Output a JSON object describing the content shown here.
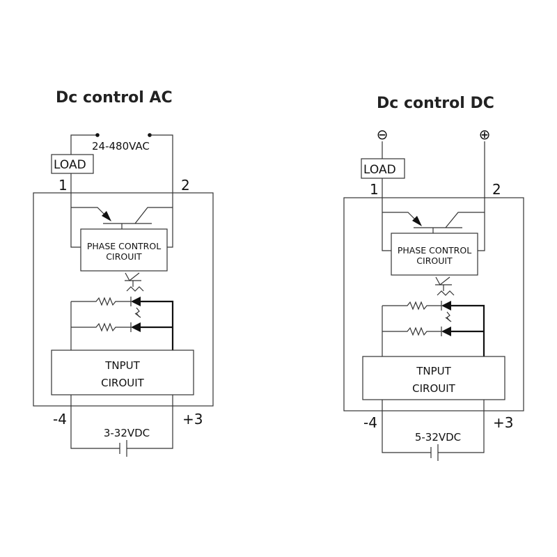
{
  "diagrams": [
    {
      "title": "Dc control AC",
      "load_label": "LOAD",
      "supply_label": "24-480VAC",
      "terminal_1": "1",
      "terminal_2": "2",
      "terminal_neg": "-4",
      "terminal_pos": "+3",
      "phase_line1": "PHASE CONTROL",
      "phase_line2": "CIROUIT",
      "input_line1": "TNPUT",
      "input_line2": "CIROUIT",
      "dc_label": "3-32VDC"
    },
    {
      "title": "Dc control DC",
      "load_label": "LOAD",
      "minus_symbol": "⊖",
      "plus_symbol": "⊕",
      "terminal_1": "1",
      "terminal_2": "2",
      "terminal_neg": "-4",
      "terminal_pos": "+3",
      "phase_line1": "PHASE CONTROL",
      "phase_line2": "CIROUIT",
      "input_line1": "TNPUT",
      "input_line2": "CIROUIT",
      "dc_label": "5-32VDC"
    }
  ]
}
